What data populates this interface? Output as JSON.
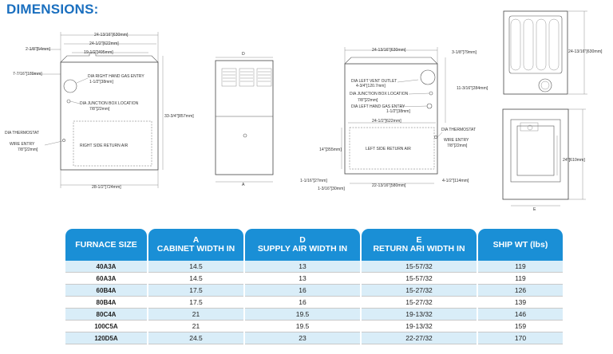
{
  "title": "DIMENSIONS:",
  "drawings": {
    "right_side": {
      "dims": [
        "24-13/16\"[630mm]",
        "24-1/2\"[622mm]",
        "19-1/2\"[495mm]",
        "2-1/8\"[54mm]",
        "7-7/16\"[189mm]",
        "33-3/4\"[857mm]",
        "28-1/2\"[724mm]"
      ],
      "labels": [
        "DIA RIGHT HAND GAS ENTRY",
        "1-1/2\"[38mm]",
        "DIA JUNCTION BOX LOCATION",
        "7/8\"[22mm]",
        "DIA THERMOSTAT",
        "WIRE ENTRY",
        "7/8\"[22mm]",
        "RIGHT SIDE RETURN AIR"
      ]
    },
    "front": {
      "labels": [
        "D",
        "A"
      ]
    },
    "left_side": {
      "dims": [
        "24-13/16\"[630mm]",
        "3-1/8\"[79mm]",
        "11-3/16\"[284mm]",
        "24-1/2\"[622mm]",
        "14\"[355mm]",
        "1-1/16\"[27mm]",
        "1-3/16\"[30mm]",
        "22-13/16\"[580mm]",
        "4-1/2\"[114mm]"
      ],
      "labels": [
        "DIA LEFT VENT OUTLET",
        "4-3/4\"[120.7mm]",
        "DIA JUNCTION BOX LOCATION",
        "7/8\"[22mm]",
        "DIA LEFT HAND GAS ENTRY",
        "1-1/2\"[38mm]",
        "LEFT SIDE RETURN AIR",
        "DIA THERMOSTAT",
        "WIRE ENTRY",
        "7/8\"[22mm]"
      ]
    },
    "top_view": {
      "dims": [
        "24-13/16\"[630mm]"
      ]
    },
    "bottom_view": {
      "dims": [
        "24\"[610mm]"
      ],
      "labels": [
        "E"
      ]
    }
  },
  "table": {
    "headers": [
      {
        "line1": "FURNACE SIZE",
        "line2": ""
      },
      {
        "line1": "A",
        "line2": "CABINET WIDTH IN"
      },
      {
        "line1": "D",
        "line2": "SUPPLY AIR WIDTH IN"
      },
      {
        "line1": "E",
        "line2": "RETURN ARI WIDTH IN"
      },
      {
        "line1": "SHIP WT (lbs)",
        "line2": ""
      }
    ],
    "rows": [
      [
        "40A3A",
        "14.5",
        "13",
        "15-57/32",
        "119"
      ],
      [
        "60A3A",
        "14.5",
        "13",
        "15-57/32",
        "119"
      ],
      [
        "60B4A",
        "17.5",
        "16",
        "15-27/32",
        "126"
      ],
      [
        "80B4A",
        "17.5",
        "16",
        "15-27/32",
        "139"
      ],
      [
        "80C4A",
        "21",
        "19.5",
        "19-13/32",
        "146"
      ],
      [
        "100C5A",
        "21",
        "19.5",
        "19-13/32",
        "159"
      ],
      [
        "120D5A",
        "24.5",
        "23",
        "22-27/32",
        "170"
      ]
    ]
  }
}
